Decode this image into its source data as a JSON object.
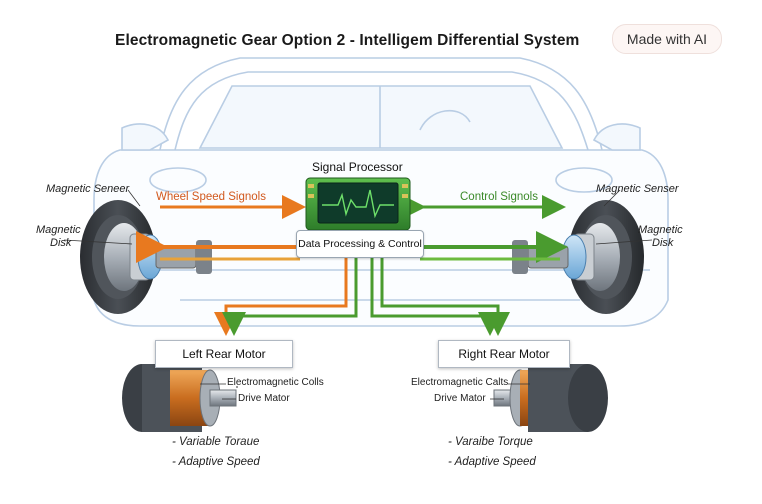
{
  "title": "Electromagnetic Gear Option 2 - Intelligem Differential System",
  "badge": "Made with AI",
  "labels": {
    "magnetic_sensor_left": "Magnetic Seneer",
    "magnetic_disk_left_line1": "Magnetic",
    "magnetic_disk_left_line2": "Disk",
    "magnetic_sensor_right": "Magnetic Senser",
    "magnetic_disk_right_line1": "Magnetic",
    "magnetic_disk_right_line2": "Disk",
    "signal_processor": "Signal Processor",
    "data_processing": "Data Processing & Control",
    "wheel_speed_signals": "Wheel Speed Signols",
    "control_signals": "Control Signols"
  },
  "left_motor": {
    "title": "Left Rear Motor",
    "coils": "Electromagnetic Colls",
    "drive": "Drive Mator",
    "bullet1": "- Variable Toraue",
    "bullet2": "- Adaptive Speed"
  },
  "right_motor": {
    "title": "Right Rear Motor",
    "coils": "Electromagnetic Calts",
    "drive": "Drive Mator",
    "bullet1": "- Varaibe Torque",
    "bullet2": "- Adaptive Speed"
  },
  "colors": {
    "orange_signal": "#e8791f",
    "green_signal": "#4a9b2f",
    "car_outline": "#b9cde4",
    "processor_green": "#3f9b3a",
    "screen_dark": "#0f3b2a",
    "copper": "#d07a2a"
  },
  "icons": {
    "processor": "circuit-board-icon",
    "wheel": "tire-icon",
    "motor": "electric-motor-icon"
  }
}
